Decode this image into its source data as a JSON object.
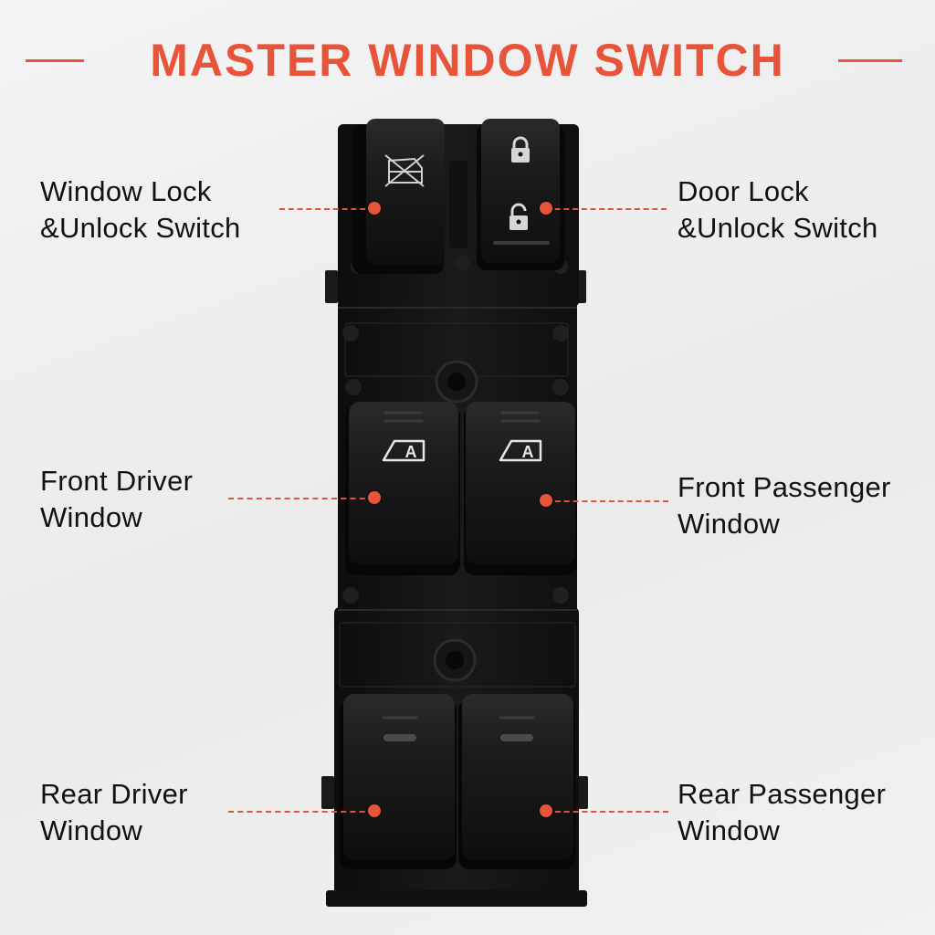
{
  "title": "MASTER WINDOW SWITCH",
  "colors": {
    "accent": "#e8543a",
    "switch_body": "#141414",
    "button": "#1c1c1c"
  },
  "callouts": {
    "window_lock": {
      "line1": "Window Lock",
      "line2": "&Unlock Switch"
    },
    "door_lock": {
      "line1": "Door Lock",
      "line2": "&Unlock Switch"
    },
    "front_driver": {
      "line1": "Front Driver",
      "line2": "Window"
    },
    "front_passenger": {
      "line1": "Front Passenger",
      "line2": "Window"
    },
    "rear_driver": {
      "line1": "Rear Driver",
      "line2": "Window"
    },
    "rear_passenger": {
      "line1": "Rear Passenger",
      "line2": "Window"
    }
  },
  "icons": {
    "window_lock": "window-lock-icon",
    "lock": "padlock-locked-icon",
    "unlock": "padlock-unlocked-icon",
    "auto": "auto-window-icon"
  },
  "auto_badge": "A"
}
